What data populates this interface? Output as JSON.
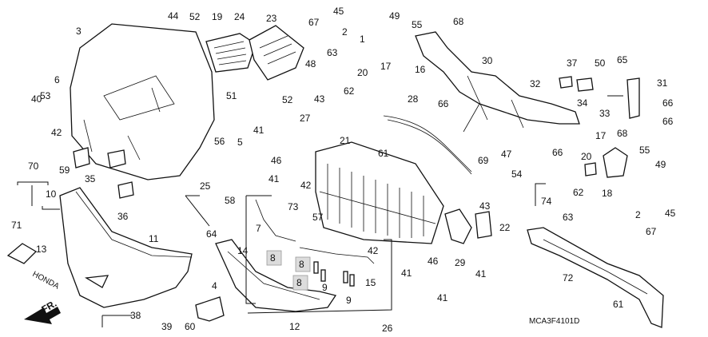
{
  "diagram": {
    "code": "MCA3F4101D",
    "front_arrow": "FR.",
    "emblem_text": "HONDA",
    "highlighted": [
      "8",
      "8",
      "8"
    ]
  },
  "labels": {
    "n1": "1",
    "n2a": "2",
    "n2b": "2",
    "n3": "3",
    "n4": "4",
    "n5": "5",
    "n6": "6",
    "n7": "7",
    "n8a": "8",
    "n8b": "8",
    "n8c": "8",
    "n9a": "9",
    "n9b": "9",
    "n10": "10",
    "n11": "11",
    "n12": "12",
    "n13": "13",
    "n14": "14",
    "n15": "15",
    "n16": "16",
    "n17a": "17",
    "n17b": "17",
    "n18": "18",
    "n19": "19",
    "n20a": "20",
    "n20b": "20",
    "n21": "21",
    "n22": "22",
    "n23": "23",
    "n24": "24",
    "n25": "25",
    "n26": "26",
    "n27": "27",
    "n28": "28",
    "n29": "29",
    "n30": "30",
    "n31": "31",
    "n32": "32",
    "n33": "33",
    "n34": "34",
    "n35": "35",
    "n36": "36",
    "n37": "37",
    "n38": "38",
    "n39": "39",
    "n40": "40",
    "n41a": "41",
    "n41b": "41",
    "n41c": "41",
    "n41d": "41",
    "n41e": "41",
    "n42a": "42",
    "n42b": "42",
    "n42c": "42",
    "n43a": "43",
    "n43b": "43",
    "n44": "44",
    "n45a": "45",
    "n45b": "45",
    "n46a": "46",
    "n46b": "46",
    "n47": "47",
    "n48": "48",
    "n49a": "49",
    "n49b": "49",
    "n50": "50",
    "n51": "51",
    "n52a": "52",
    "n52b": "52",
    "n53": "53",
    "n54": "54",
    "n55a": "55",
    "n55b": "55",
    "n56": "56",
    "n57": "57",
    "n58": "58",
    "n59": "59",
    "n60": "60",
    "n61a": "61",
    "n61b": "61",
    "n62a": "62",
    "n62b": "62",
    "n63a": "63",
    "n63b": "63",
    "n64": "64",
    "n65": "65",
    "n66a": "66",
    "n66b": "66",
    "n66c": "66",
    "n66d": "66",
    "n67a": "67",
    "n67b": "67",
    "n68a": "68",
    "n68b": "68",
    "n69": "69",
    "n70": "70",
    "n71": "71",
    "n72": "72",
    "n73": "73",
    "n74": "74"
  }
}
